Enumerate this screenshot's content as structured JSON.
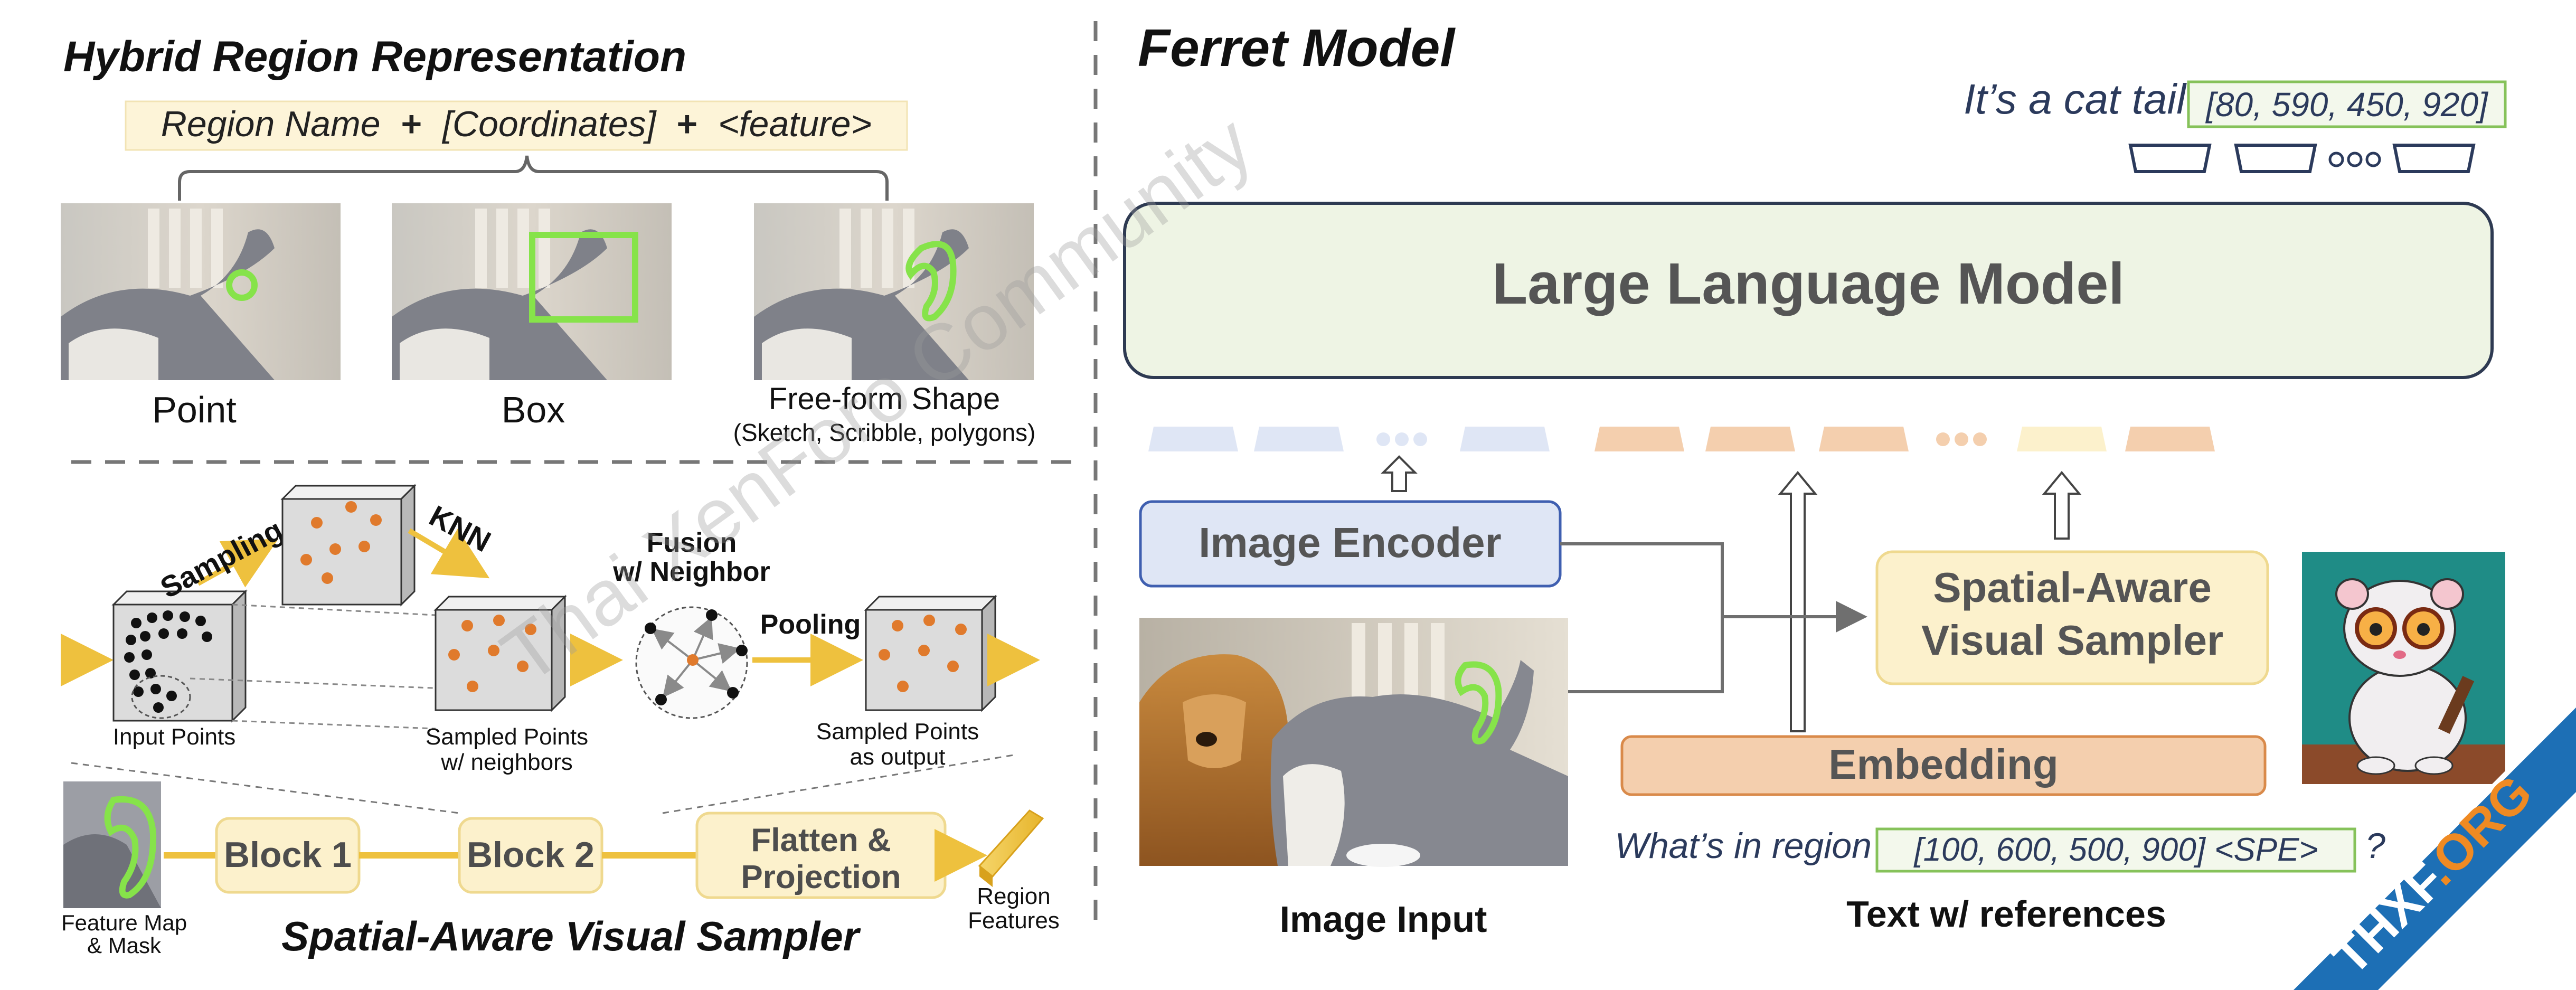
{
  "left_panel": {
    "hybrid_title": "Hybrid Region Representation",
    "formula": {
      "region_name": "Region Name",
      "plus1": "+",
      "coordinates": "[Coordinates]",
      "plus2": "+",
      "feature": "<feature>"
    },
    "examples": [
      {
        "label": "Point"
      },
      {
        "label": "Box"
      },
      {
        "label": "Free-form Shape",
        "sublabel": "(Sketch, Scribble, polygons)"
      }
    ],
    "sampler": {
      "sampling": "Sampling",
      "knn": "KNN",
      "fusion_line1": "Fusion",
      "fusion_line2": "w/ Neighbor",
      "pooling": "Pooling",
      "input_points": "Input Points",
      "sampled_points_line1": "Sampled Points",
      "sampled_points_line2": "w/ neighbors",
      "output_points_line1": "Sampled Points",
      "output_points_line2": "as output",
      "feature_map_line1": "Feature Map",
      "feature_map_line2": "& Mask",
      "block1": "Block 1",
      "block2": "Block 2",
      "flatten_line1": "Flatten &",
      "flatten_line2": "Projection",
      "region_features_line1": "Region",
      "region_features_line2": "Features",
      "title": "Spatial-Aware Visual Sampler"
    }
  },
  "right_panel": {
    "title": "Ferret Model",
    "output_text": "It’s a cat tail",
    "output_coords": "[80, 590, 450, 920]",
    "llm": "Large Language Model",
    "image_encoder": "Image Encoder",
    "sampler_line1": "Spatial-Aware",
    "sampler_line2": "Visual Sampler",
    "embedding": "Embedding",
    "query_prefix": "What’s in region",
    "query_coords": "[100, 600, 500, 900] <SPE>",
    "query_suffix": "?",
    "image_input_label": "Image Input",
    "text_refs_label": "Text w/ references"
  },
  "watermark": {
    "diagonal_text": "Thai XenForo Community",
    "corner_badge": "THXF.ORG"
  },
  "colors": {
    "region_green": "#86e34a",
    "sampler_yellow_fill": "#fcf1cc",
    "sampler_yellow_stroke": "#efd98f",
    "llm_fill": "#eef4e4",
    "encoder_fill": "#dfe6f5",
    "encoder_stroke": "#3f5fb0",
    "embedding_fill": "#f4cfae",
    "embedding_stroke": "#d98a4a",
    "arrow_yellow": "#eec13e",
    "point_orange": "#e07a2c",
    "badge_blue": "#1d6fb5",
    "badge_orange": "#ef8a23"
  }
}
